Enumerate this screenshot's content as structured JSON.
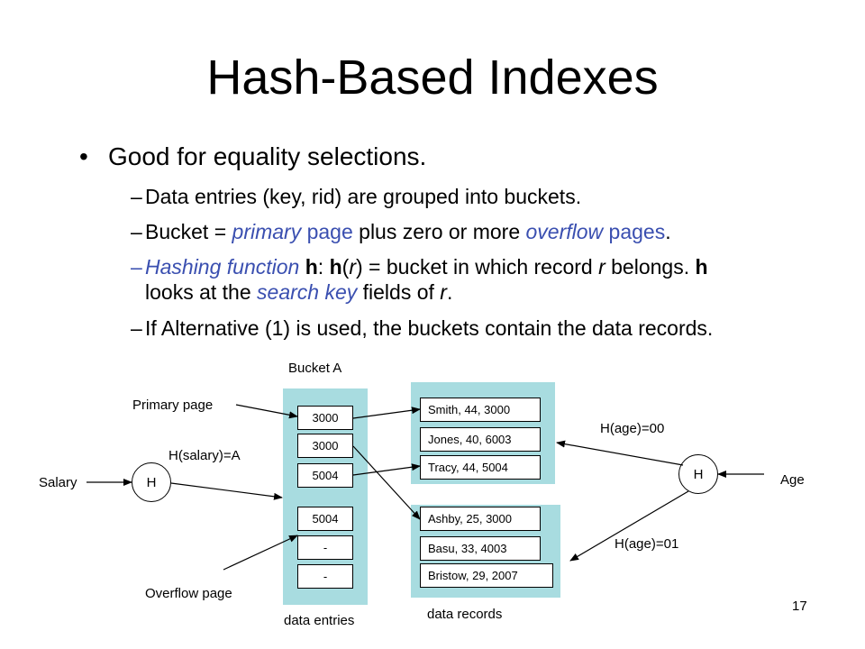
{
  "slide": {
    "title": "Hash-Based Indexes",
    "page_number": "17",
    "bullet": "Good for equality selections.",
    "sub1": "Data entries (key, rid) are grouped into buckets.",
    "sub2": {
      "a": "Bucket = ",
      "b": "primary",
      "c": " page",
      "d": " plus zero or more ",
      "e": "overflow",
      "f": " pages",
      "g": "."
    },
    "sub3": {
      "a": "Hashing function ",
      "b": "h",
      "c": ":  ",
      "d": "h",
      "e": "(",
      "f": "r",
      "g": ") = bucket in which record ",
      "h": "r",
      "i": " belongs. ",
      "j": "h",
      "k": "looks at the ",
      "l": "search key",
      "m": " fields of ",
      "n": "r",
      "o": "."
    },
    "sub4": "If Alternative (1) is used, the buckets contain the data records."
  },
  "diagram": {
    "bucket_a": "Bucket A",
    "primary_page": "Primary page",
    "overflow_page": "Overflow page",
    "h_salary": "H(salary)=A",
    "salary": "Salary",
    "hash_left": "H",
    "hash_right": "H",
    "age": "Age",
    "h_age_00": "H(age)=00",
    "h_age_01": "H(age)=01",
    "data_entries_label": "data entries",
    "data_records_label": "data records",
    "entries": [
      "3000",
      "3000",
      "5004",
      "5004",
      "-",
      "-"
    ],
    "records": [
      "Smith, 44, 3000",
      "Jones, 40, 6003",
      "Tracy, 44, 5004",
      "Ashby, 25, 3000",
      "Basu, 33, 4003",
      "Bristow, 29, 2007"
    ]
  }
}
